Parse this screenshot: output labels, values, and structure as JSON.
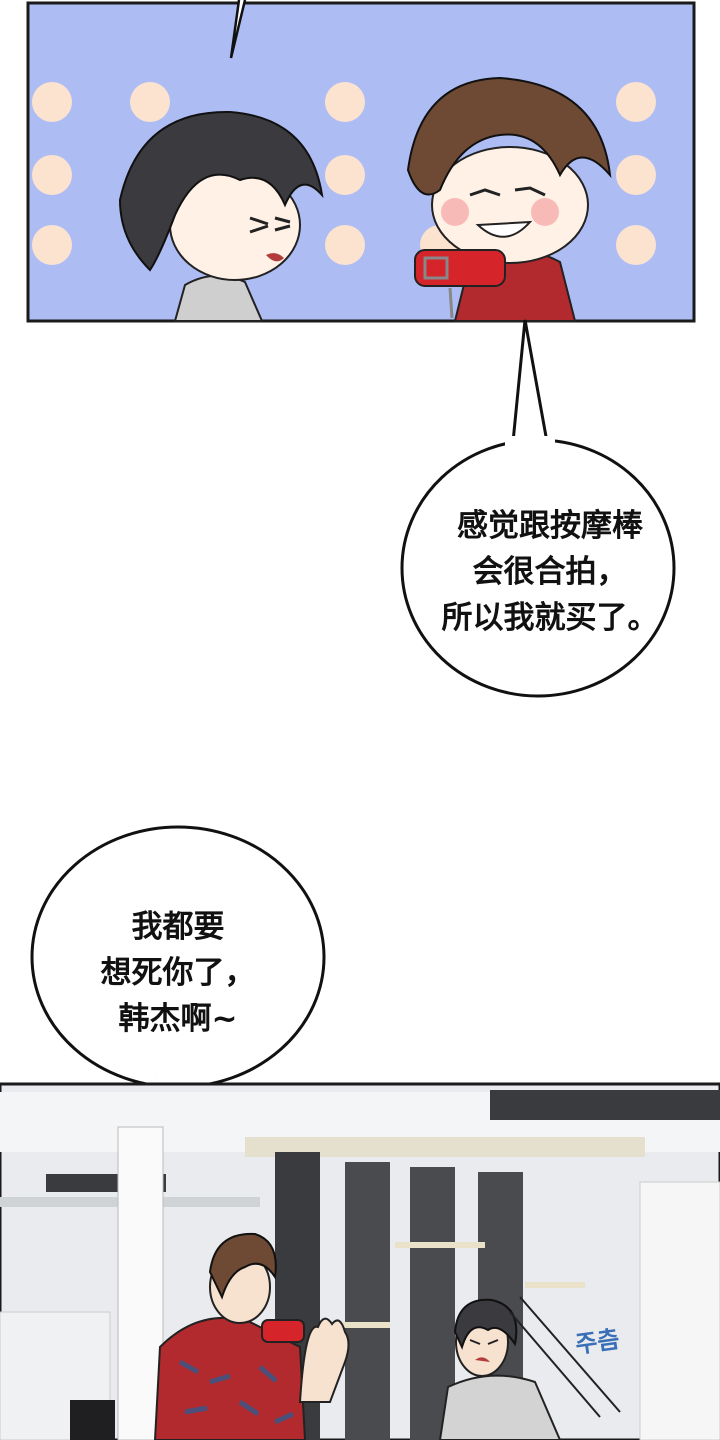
{
  "panels": {
    "top": {
      "background": "#aebcf4",
      "dot_color": "#fbe3d0",
      "border": "#1a1a1a"
    },
    "bottom": {
      "wall": "#e9ebee",
      "shirt_red": "#b22a2e",
      "shirt_pattern": "#4b4f7a",
      "hair_brown": "#6e4a35",
      "hair_dark": "#3b3a3e",
      "collar_red": "#d6242b"
    }
  },
  "bubbles": {
    "speech_1": "感觉跟按摩棒\n会很合拍，\n所以我就买了。",
    "speech_2": "我都要\n想死你了，\n韩杰啊~"
  },
  "sfx": {
    "blue_sound": "주츰"
  }
}
